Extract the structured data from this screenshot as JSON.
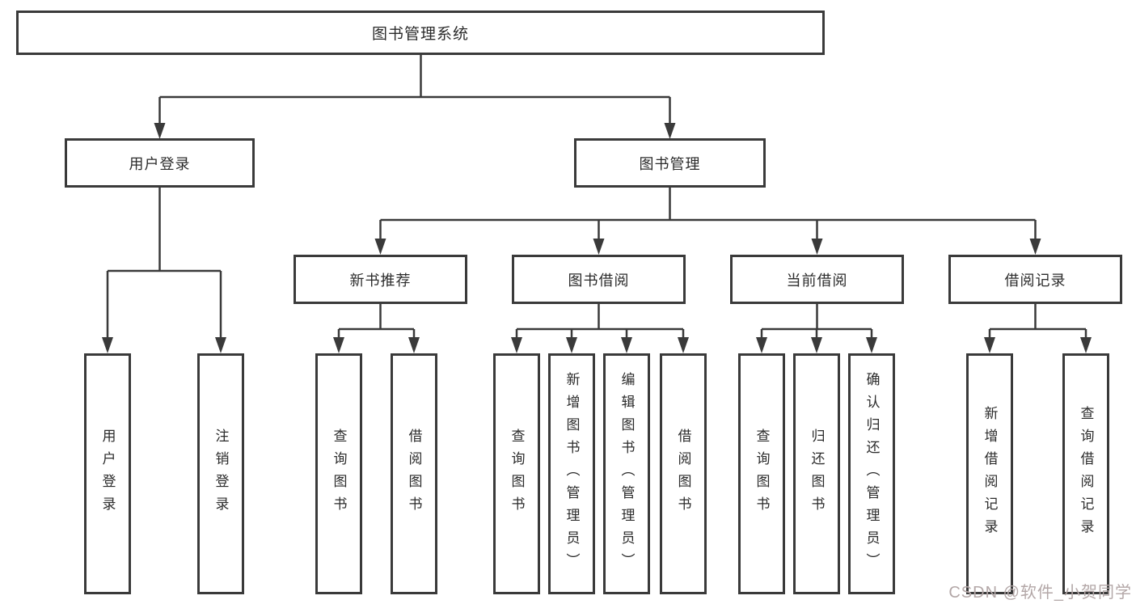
{
  "tree": {
    "label": "图书管理系统",
    "children": [
      {
        "label": "用户登录",
        "children": [
          {
            "label": "用户登录"
          },
          {
            "label": "注销登录"
          }
        ]
      },
      {
        "label": "图书管理",
        "children": [
          {
            "label": "新书推荐",
            "children": [
              {
                "label": "查询图书"
              },
              {
                "label": "借阅图书"
              }
            ]
          },
          {
            "label": "图书借阅",
            "children": [
              {
                "label": "查询图书"
              },
              {
                "label": "新增图书（管理员）"
              },
              {
                "label": "编辑图书（管理员）"
              },
              {
                "label": "借阅图书"
              }
            ]
          },
          {
            "label": "当前借阅",
            "children": [
              {
                "label": "查询图书"
              },
              {
                "label": "归还图书"
              },
              {
                "label": "确认归还（管理员）"
              }
            ]
          },
          {
            "label": "借阅记录",
            "children": [
              {
                "label": "新增借阅记录"
              },
              {
                "label": "查询借阅记录"
              }
            ]
          }
        ]
      }
    ]
  },
  "watermark": {
    "text": "CSDN @软件_小贺同学"
  },
  "colors": {
    "line": "#3a3a3a",
    "box_border": "#3a3a3a",
    "text": "#2b2b2b",
    "watermark": "#b3a7a7",
    "background": "#ffffff"
  }
}
